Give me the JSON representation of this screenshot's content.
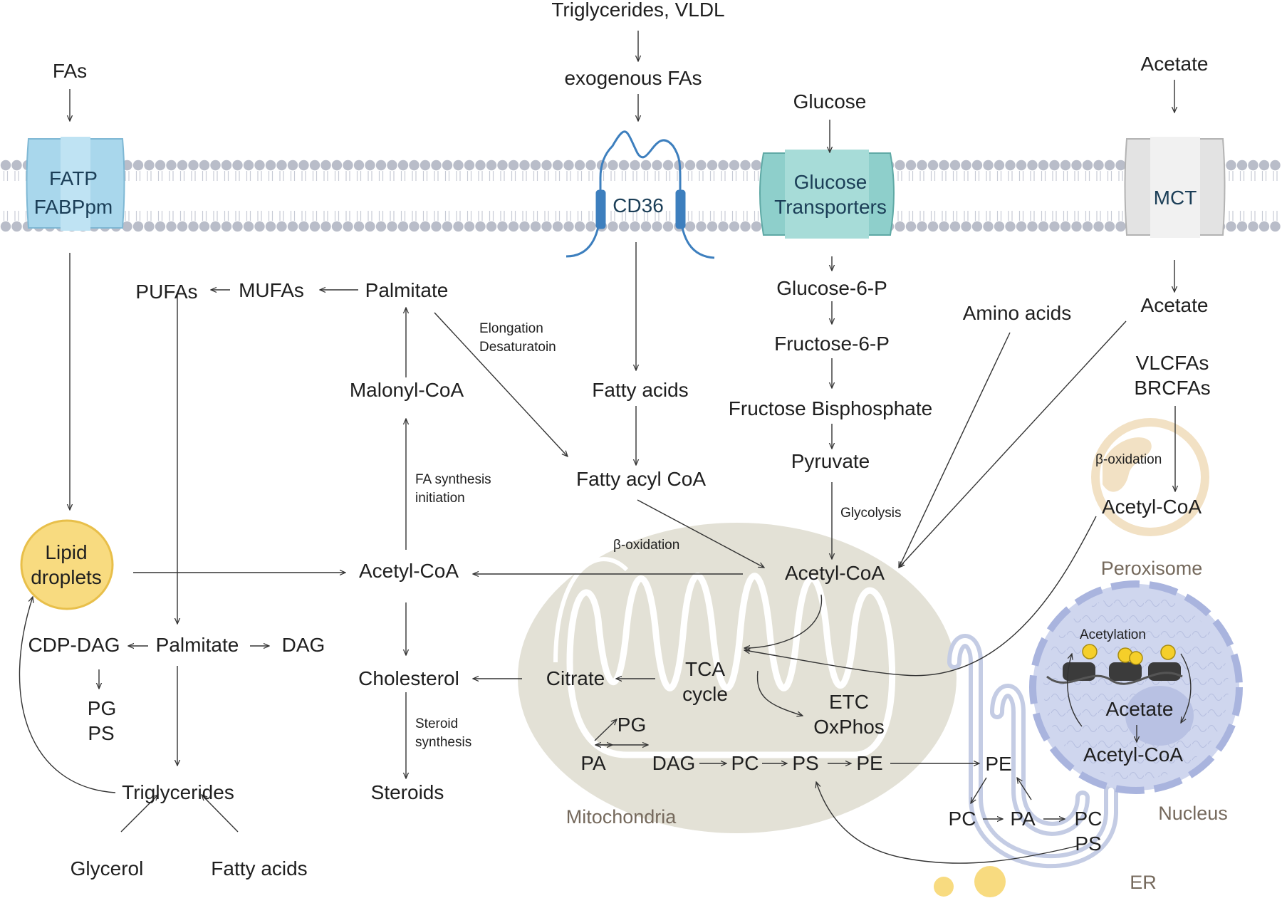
{
  "inputs": {
    "fas": "FAs",
    "triglycerides_vldl": "Triglycerides, VLDL",
    "exogenous_fas": "exogenous FAs",
    "glucose": "Glucose",
    "acetate": "Acetate"
  },
  "transporters": {
    "fatp": [
      "FATP",
      "FABPpm"
    ],
    "cd36": "CD36",
    "glut": [
      "Glucose",
      "Transporters"
    ],
    "mct": "MCT"
  },
  "lipid": {
    "pufas": "PUFAs",
    "mufas": "MUFAs",
    "palmitate_top": "Palmitate",
    "malonyl_coa": "Malonyl-CoA",
    "elongation": [
      "Elongation",
      "Desaturatoin"
    ],
    "fa_synthesis": [
      "FA synthesis",
      "initiation"
    ],
    "acetyl_coa_cyto": "Acetyl-CoA",
    "lipid_droplets": [
      "Lipid",
      "droplets"
    ],
    "cdp_dag": "CDP-DAG",
    "palmitate_mid": "Palmitate",
    "dag": "DAG",
    "pg_ps": [
      "PG",
      "PS"
    ],
    "cholesterol": "Cholesterol",
    "steroid_synthesis": [
      "Steroid",
      "synthesis"
    ],
    "steroids": "Steroids",
    "triglycerides": "Triglycerides",
    "glycerol": "Glycerol",
    "fatty_acids_bottom": "Fatty acids"
  },
  "fa_uptake": {
    "fatty_acids": "Fatty acids",
    "fatty_acyl_coa": "Fatty acyl CoA",
    "beta_oxidation": "β-oxidation"
  },
  "glycolysis": {
    "g6p": "Glucose-6-P",
    "f6p": "Fructose-6-P",
    "fbp": "Fructose Bisphosphate",
    "pyruvate": "Pyruvate",
    "label": "Glycolysis"
  },
  "mito": {
    "acetyl_coa": "Acetyl-CoA",
    "tca": [
      "TCA",
      "cycle"
    ],
    "citrate": "Citrate",
    "etc": [
      "ETC",
      "OxPhos"
    ],
    "pg": "PG",
    "pa": "PA",
    "dag": "DAG",
    "pc": "PC",
    "ps": "PS",
    "pe": "PE",
    "label": "Mitochondria"
  },
  "others": {
    "amino_acids": "Amino acids",
    "acetate_cyto": "Acetate",
    "vlcfas": [
      "VLCFAs",
      "BRCFAs"
    ]
  },
  "peroxisome": {
    "beta_oxidation": "β-oxidation",
    "acetyl_coa": "Acetyl-CoA",
    "label": "Peroxisome"
  },
  "nucleus": {
    "acetylation": "Acetylation",
    "acetate": "Acetate",
    "acetyl_coa": "Acetyl-CoA",
    "label": "Nucleus"
  },
  "er": {
    "pe": "PE",
    "pc_left": "PC",
    "pa": "PA",
    "pc_right": "PC",
    "ps": "PS",
    "label": "ER"
  },
  "colors": {
    "fatp": "#a9d7ec",
    "glut": "#8ecfcb",
    "mct": "#e3e3e3",
    "cd36": "#3d7fbe",
    "lipid_droplet": "#f8db80",
    "mitochondria": "#e3e1d6",
    "peroxisome": "#f2e1c4",
    "nucleus": "#cfd6ee",
    "er": "#dde3f2",
    "membrane": "#b9bdc9"
  }
}
